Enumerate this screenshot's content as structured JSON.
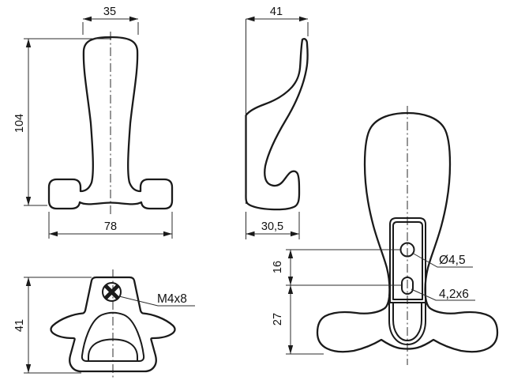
{
  "drawing": {
    "type": "technical-drawing",
    "subject": "coat-hook",
    "colors": {
      "line": "#1a1a1a",
      "thin_line": "#2b2b2b",
      "background": "#ffffff"
    },
    "views": {
      "front": {
        "dim_top_width": "35",
        "dim_height": "104",
        "dim_bottom_width": "78"
      },
      "side": {
        "dim_width": "41",
        "dim_base_depth": "30,5"
      },
      "top": {
        "dim_depth": "41",
        "screw_label": "M4x8"
      },
      "rear": {
        "dim_hole_spacing": "16",
        "dim_hole_to_bottom": "27",
        "label_hole_diameter": "Ø4,5",
        "label_slot": "4,2x6"
      }
    }
  }
}
